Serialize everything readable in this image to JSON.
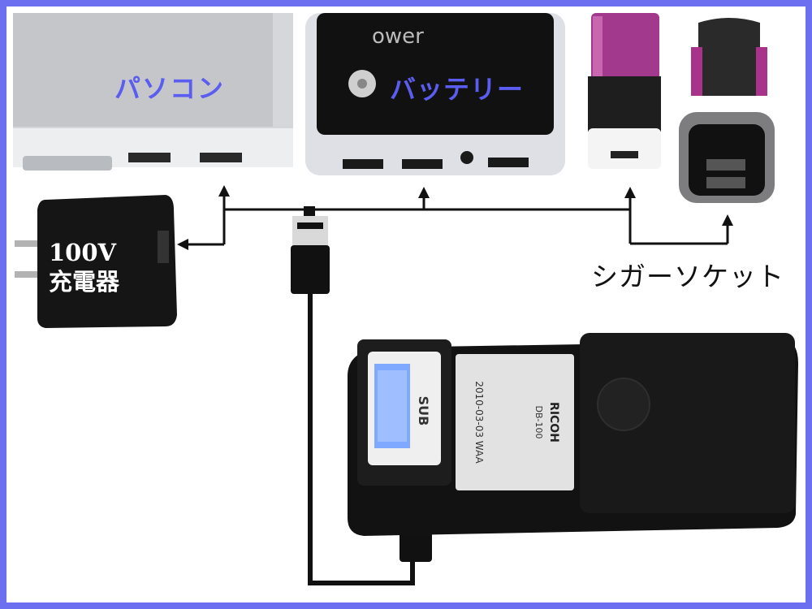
{
  "labels": {
    "pc": "パソコン",
    "battery": "バッテリー",
    "charger_line1": "100V",
    "charger_line2": "充電器",
    "cigar_socket": "シガーソケット"
  },
  "device_print": {
    "power_text": "ower",
    "brand": "RICOH",
    "model": "DB-100",
    "date_code": "2010-03-03 WAA",
    "charger_logo": "SUB"
  },
  "colors": {
    "frame_border": "#6b6ff0",
    "label_blue": "#5b5cf0",
    "cable": "#111111",
    "lcd": "#7ea9ff"
  }
}
